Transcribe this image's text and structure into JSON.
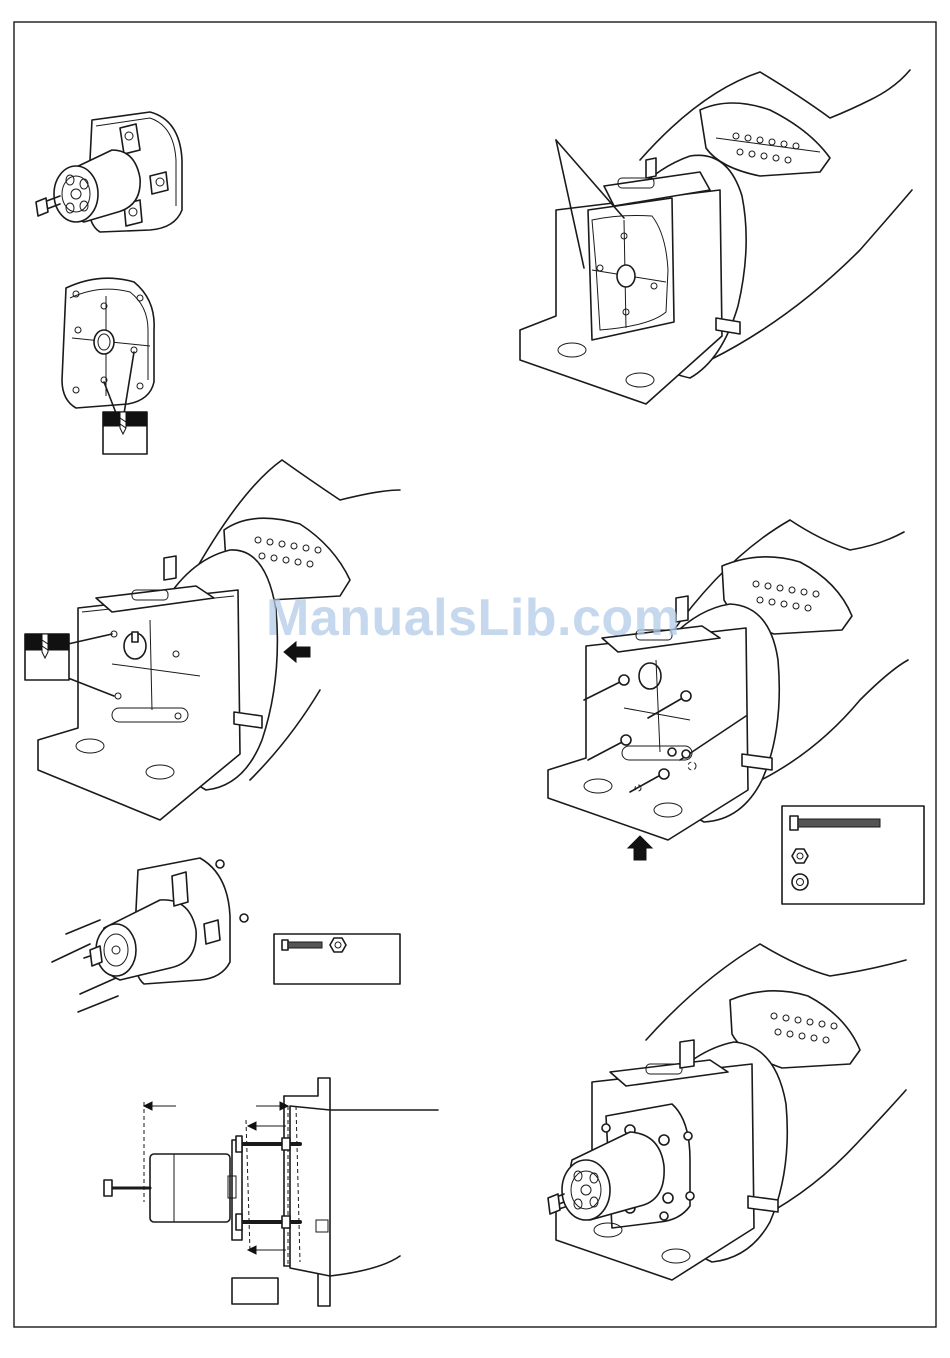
{
  "document": {
    "type": "assembly-instruction-sheet",
    "panels": [
      {
        "id": "step-motor-mount",
        "description_visible_text": ""
      },
      {
        "id": "step-drill-mount-plate",
        "description_visible_text": ""
      },
      {
        "id": "step-firewall-marks",
        "description_visible_text": ""
      },
      {
        "id": "step-drill-firewall",
        "description_visible_text": ""
      },
      {
        "id": "step-bolt-firewall",
        "description_visible_text": ""
      },
      {
        "id": "step-bolt-motor",
        "description_visible_text": ""
      },
      {
        "id": "step-side-view",
        "description_visible_text": ""
      },
      {
        "id": "step-final",
        "description_visible_text": ""
      }
    ],
    "icons": [
      "drill-bit-icon",
      "bolt-icon",
      "hex-nut-icon",
      "washer-icon",
      "arrow-icon"
    ]
  },
  "watermark": {
    "text": "ManualsLib.com",
    "color": "#b3cbe8"
  },
  "colors": {
    "ink": "#1a1a1a",
    "paper": "#ffffff"
  }
}
